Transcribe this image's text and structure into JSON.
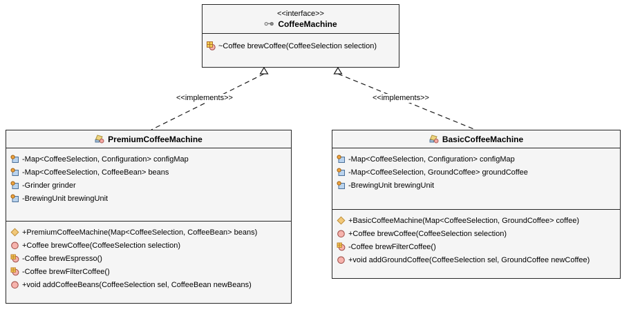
{
  "colors": {
    "canvas_bg": "#ffffff",
    "node_fill": "#f5f5f5",
    "node_border": "#262626",
    "edge_line": "#1a1a1a",
    "field_icon_blue": "#b9d3ee",
    "field_icon_dot_orange": "#efa33f",
    "method_icon_salmon": "#f6b3ad",
    "method_icon_border": "#9c4a44",
    "constructor_icon_orange": "#f2c879",
    "grid_icon_yellow": "#f3cf55",
    "class_icon_yellow": "#eed47e",
    "class_icon_blue": "#9cb8d4"
  },
  "interface_node": {
    "stereotype": "<<interface>>",
    "name": "CoffeeMachine",
    "name_icon": "interface-glasses-icon",
    "methods": [
      {
        "icon": "interface-method-icon",
        "text": "~Coffee brewCoffee(CoffeeSelection selection)"
      }
    ]
  },
  "premium_class": {
    "name": "PremiumCoffeeMachine",
    "name_icon": "class-icon",
    "attributes": [
      {
        "icon": "field-icon",
        "text": "-Map<CoffeeSelection, Configuration> configMap"
      },
      {
        "icon": "field-icon",
        "text": "-Map<CoffeeSelection, CoffeeBean> beans"
      },
      {
        "icon": "field-icon",
        "text": "-Grinder grinder"
      },
      {
        "icon": "field-icon",
        "text": "-BrewingUnit brewingUnit"
      }
    ],
    "methods": [
      {
        "icon": "constructor-icon",
        "text": "+PremiumCoffeeMachine(Map<CoffeeSelection, CoffeeBean> beans)"
      },
      {
        "icon": "public-method-icon",
        "text": "+Coffee brewCoffee(CoffeeSelection selection)"
      },
      {
        "icon": "private-method-icon",
        "text": "-Coffee brewEspresso()"
      },
      {
        "icon": "private-method-icon",
        "text": "-Coffee brewFilterCoffee()"
      },
      {
        "icon": "public-method-icon",
        "text": "+void addCoffeeBeans(CoffeeSelection sel, CoffeeBean newBeans)"
      }
    ]
  },
  "basic_class": {
    "name": "BasicCoffeeMachine",
    "name_icon": "class-icon",
    "attributes": [
      {
        "icon": "field-icon",
        "text": "-Map<CoffeeSelection, Configuration> configMap"
      },
      {
        "icon": "field-icon",
        "text": "-Map<CoffeeSelection, GroundCoffee> groundCoffee"
      },
      {
        "icon": "field-icon",
        "text": "-BrewingUnit brewingUnit"
      }
    ],
    "methods": [
      {
        "icon": "constructor-icon",
        "text": "+BasicCoffeeMachine(Map<CoffeeSelection, GroundCoffee> coffee)"
      },
      {
        "icon": "public-method-icon",
        "text": "+Coffee brewCoffee(CoffeeSelection selection)"
      },
      {
        "icon": "private-method-icon",
        "text": "-Coffee brewFilterCoffee()"
      },
      {
        "icon": "public-method-icon",
        "text": "+void addGroundCoffee(CoffeeSelection sel, GroundCoffee newCoffee)"
      }
    ]
  },
  "edges": [
    {
      "from": "PremiumCoffeeMachine",
      "to": "CoffeeMachine",
      "label": "<<implements>>",
      "style": "dashed-hollow-triangle"
    },
    {
      "from": "BasicCoffeeMachine",
      "to": "CoffeeMachine",
      "label": "<<implements>>",
      "style": "dashed-hollow-triangle"
    }
  ]
}
